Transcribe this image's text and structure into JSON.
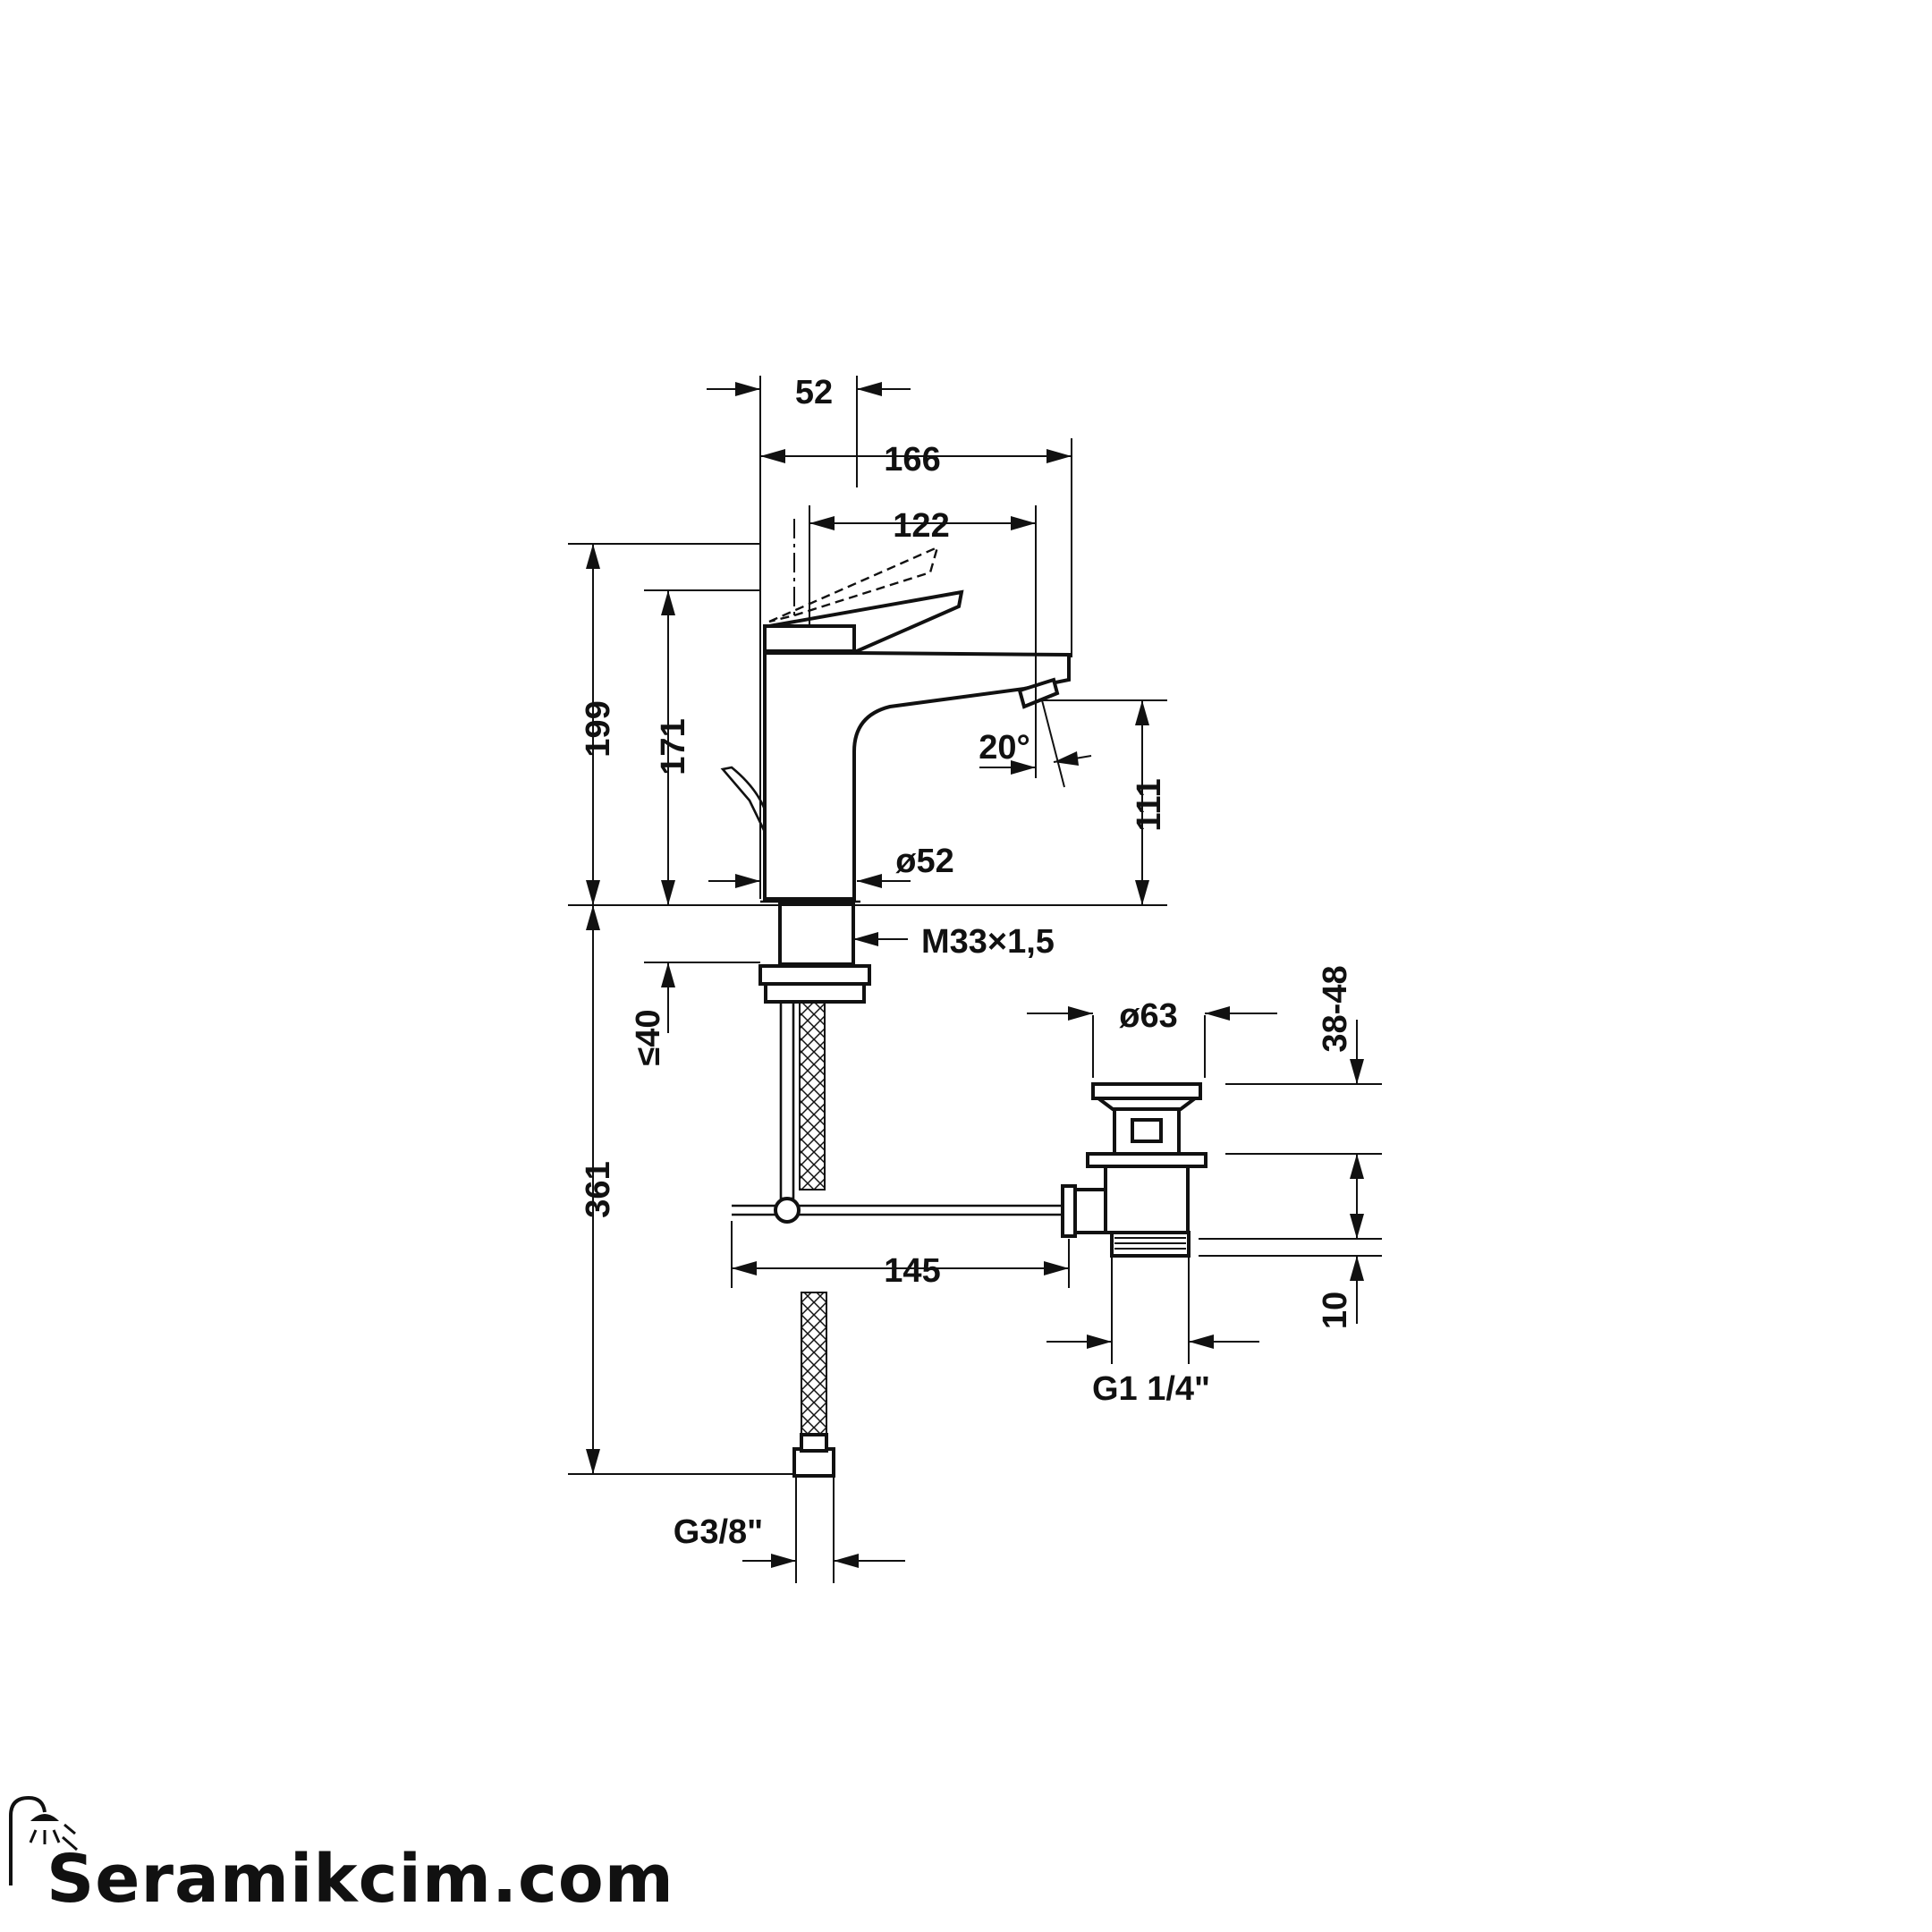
{
  "dimensions": {
    "d52_top": "52",
    "d166": "166",
    "d122": "122",
    "d199": "199",
    "d171": "171",
    "d20deg": "20°",
    "d111": "111",
    "phi52": "ø52",
    "m33": "M33×1,5",
    "le40": "≤40",
    "phi63": "ø63",
    "d3848": "38-48",
    "d361": "361",
    "d145": "145",
    "d10": "10",
    "g114": "G1 1/4\"",
    "g38": "G3/8\""
  },
  "brand": {
    "name": "Seramikcim.com",
    "icon": "shower-head-icon"
  }
}
